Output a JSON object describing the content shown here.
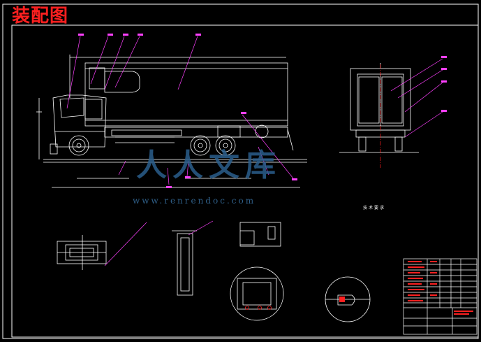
{
  "drawing": {
    "title": "装配图",
    "watermark": {
      "logo": "人人文库",
      "url": "www.renrendoc.com"
    },
    "notes_heading": "技术要求",
    "colors": {
      "background": "#000000",
      "outline": "#ffffff",
      "red": "#ff2020",
      "magenta": "#ff40ff",
      "watermark": "#2b5e8c"
    }
  }
}
